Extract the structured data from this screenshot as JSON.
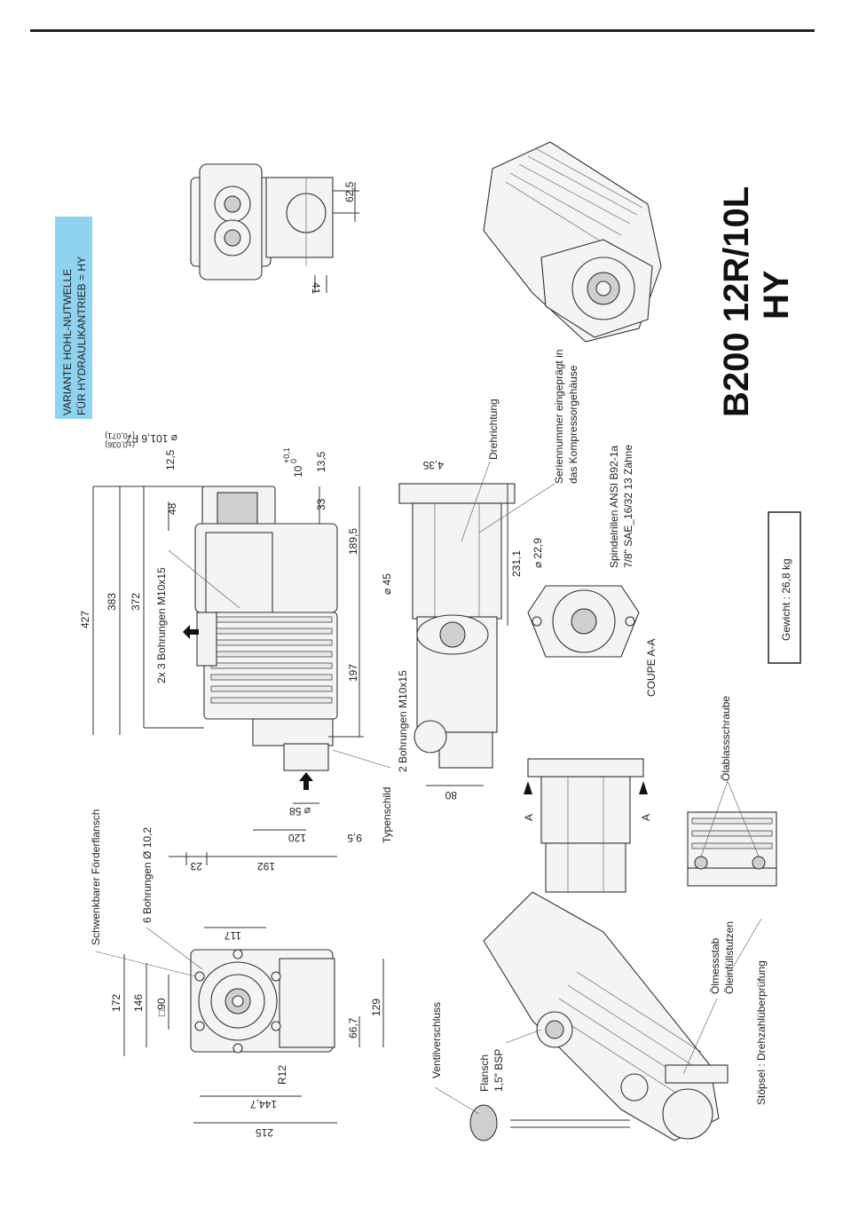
{
  "title": {
    "line1": "B200 12R/10L",
    "line2": "HY"
  },
  "variant_box": {
    "line1": "VARIANTE HOHL-NUTWELLE",
    "line2": "FÜR HYDRAULIKANTRIEB  = HY",
    "color": "#8fd3f0"
  },
  "weight": "Gewicht : 26,8 kg",
  "labels": {
    "schwenkbar": "Schwenkbarer Förderflansch",
    "bohrungen6": "6 Bohrungen Ø 10,2",
    "bohrungen2x3": "2x 3 Bohrungen M10x15",
    "typenschild": "Typenschild",
    "bohrungen2": "2 Bohrungen M10x15",
    "drehrichtung": "Drehrichtung",
    "serien1": "Seriennummer eingeprägt in",
    "serien2": "das Kompressorgehäuse",
    "spindel1": "Spindelrillen ANSI B92-1a",
    "spindel2": "7/8\" SAE_16/32  13 Zähne",
    "coupe": "COUPE A-A",
    "ventil": "Ventilverschluss",
    "flansch1": "Flansch",
    "flansch2": "1,5\" BSP",
    "oelmess": "Ölmessstab",
    "oeleinf": "Öleinfüllstutzen",
    "stoepsel": "Stöpsel : Drehzahlüberprüfung",
    "oelablass": "Ölablassschraube",
    "section_a": "A"
  },
  "dims": {
    "d427": "427",
    "d383": "383",
    "d372": "372",
    "d23": "23",
    "d192": "192",
    "d120": "120",
    "d9_5": "9,5",
    "d58": "⌀ 58",
    "d197": "197",
    "d189_5": "189,5",
    "d48": "48",
    "d33": "33",
    "d12_5": "12,5",
    "d13_5": "13,5",
    "d10": "10",
    "d10tol": "+0,1",
    "d10tol2": "0",
    "d101_6": "⌀ 101,6 F7",
    "d101tol": "(+0,071)",
    "d101tol2": "(+0,036)",
    "d62_5": "62,5",
    "d41": "41",
    "d45": "⌀ 45",
    "d80": "80",
    "d4_35": "4,35",
    "d231_1": "231,1",
    "d22_9": "⌀ 22,9",
    "d172": "172",
    "d146": "146",
    "d90": "□90",
    "d117": "117",
    "d129": "129",
    "d66_7": "66,7",
    "dR12": "R12",
    "d144_7": "144,7",
    "d215": "215"
  }
}
